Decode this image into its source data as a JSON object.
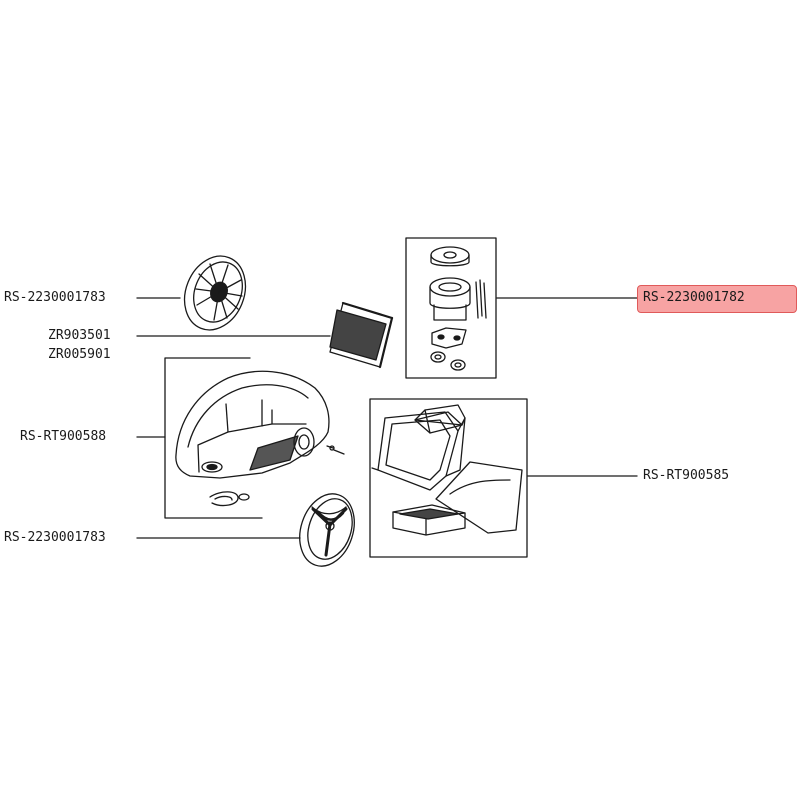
{
  "labels": {
    "wheel_top": "RS-2230001783",
    "filter_1": "ZR903501",
    "filter_2": "ZR005901",
    "body": "RS-RT900588",
    "wheel_bottom": "RS-2230001783",
    "motor": "RS-2230001782",
    "bin": "RS-RT900585"
  },
  "colors": {
    "line": "#1a1a1a",
    "highlight_fill": "#f7a3a3",
    "highlight_border": "#e05a5a"
  },
  "highlighted_part": "RS-2230001782"
}
